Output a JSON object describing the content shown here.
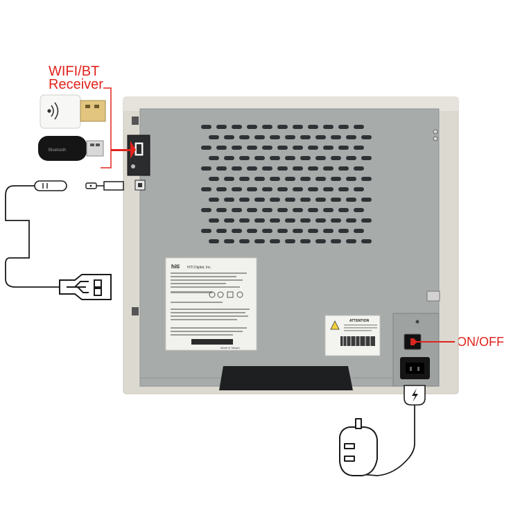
{
  "callouts": {
    "receiver_line1": "WIFI/BT",
    "receiver_line2": "Receiver",
    "power_switch": "ON/OFF"
  },
  "dongles": {
    "bt_dongle_text": "Bluetooth"
  },
  "labels": {
    "brand": "hiti",
    "company": "HiTi Digital, Inc.",
    "made_in": "Made in Taiwan",
    "attention": "ATTENTION"
  },
  "colors": {
    "callout_red": "#e0231c",
    "printer_shell": "#dcd9d1",
    "back_panel": "#a7abaa",
    "cable_black": "#1a1a1a"
  },
  "icons": [
    "wifi-icon",
    "usb-icon",
    "power-plug-icon",
    "lightning-icon",
    "warning-icon"
  ]
}
